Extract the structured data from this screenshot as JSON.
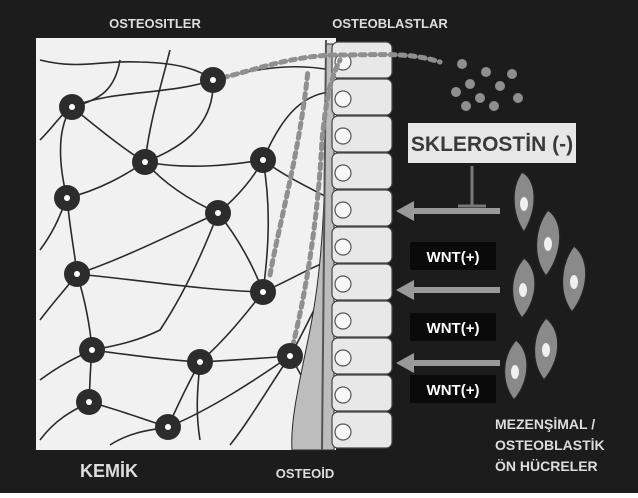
{
  "labels": {
    "osteocytes": "OSTEOSITLER",
    "osteoblasts": "OSTEOBLASTLAR",
    "sclerostin": "SKLEROSTİN (-)",
    "wnt": [
      "WNT(+)",
      "WNT(+)",
      "WNT(+)"
    ],
    "progenitor_line1": "MEZENŞİMAL /",
    "progenitor_line2": "OSTEOBLASTİK",
    "progenitor_line3": "ÖN HÜCRELER",
    "bone": "KEMİK",
    "osteoid": "OSTEOİD"
  },
  "colors": {
    "frame": "#1c1c1c",
    "bone_matrix": "#f1f1f1",
    "network_line": "#2a2a2a",
    "osteocyte_body": "#2c2c2c",
    "osteoblast_cell": "#e8e8e8",
    "osteoid": "#bdbdbd",
    "sclerostin_dots": "#8f8f8f",
    "label_light": "#dddddd",
    "sclerostin_box": "#e7e7e7",
    "sclerostin_text": "#3a3a3a",
    "wnt_box": "#0a0a0a",
    "arrow": "#9a9a9a",
    "progenitor_cell": "#8a8a8a"
  }
}
